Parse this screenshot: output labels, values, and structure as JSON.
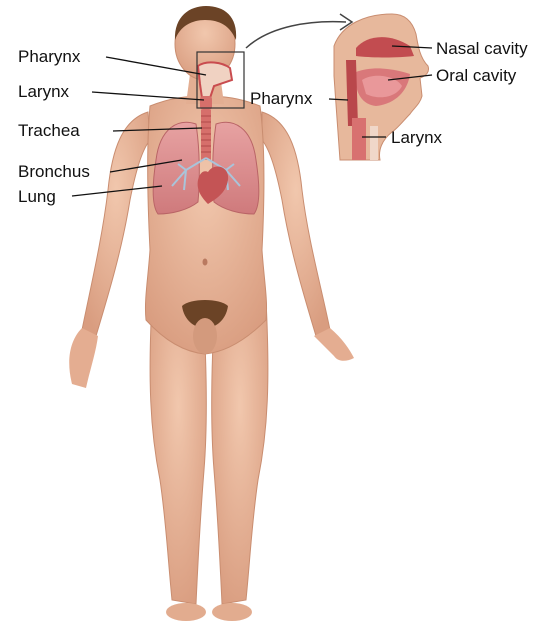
{
  "labels": {
    "left": [
      "Pharynx",
      "Larynx",
      "Trachea",
      "Bronchus",
      "Lung"
    ],
    "inset": {
      "pharynx": "Pharynx",
      "nasal_cavity": "Nasal cavity",
      "oral_cavity": "Oral cavity",
      "larynx": "Larynx"
    }
  },
  "colors": {
    "skin": "#e9b99d",
    "skin_shade": "#d59a7b",
    "hair": "#6b4326",
    "lung": "#d98b8c",
    "trachea": "#d66f6b",
    "airway": "#c94c4f",
    "leader_line": "#111111"
  }
}
